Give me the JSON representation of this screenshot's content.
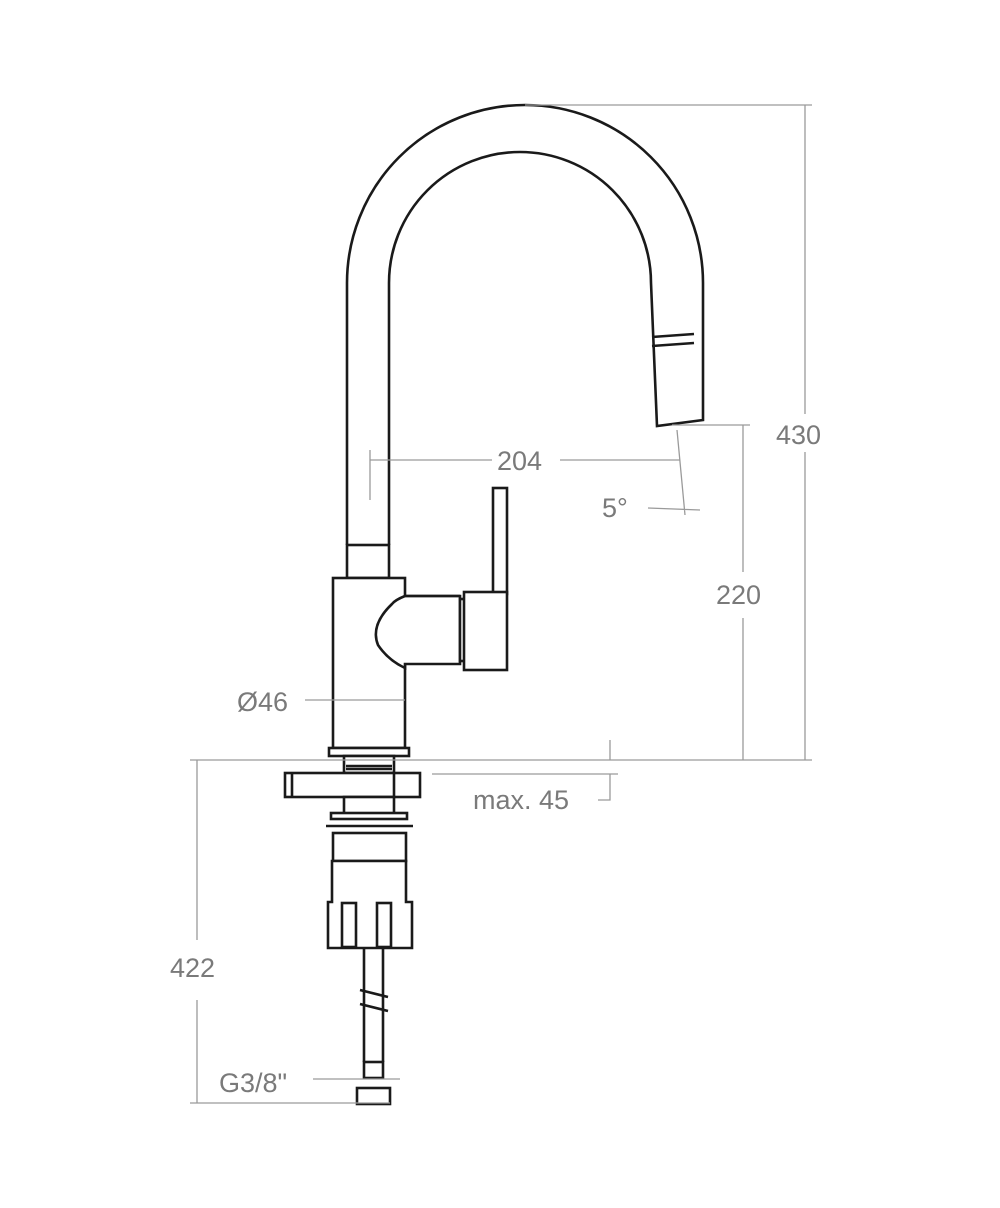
{
  "drawing": {
    "dimensions": {
      "total_height": "430",
      "spout_height": "220",
      "spout_reach": "204",
      "spout_angle": "5°",
      "body_diameter": "Ø46",
      "max_deck_thickness": "max. 45",
      "below_deck_length": "422",
      "connection_thread": "G3/8\""
    }
  }
}
